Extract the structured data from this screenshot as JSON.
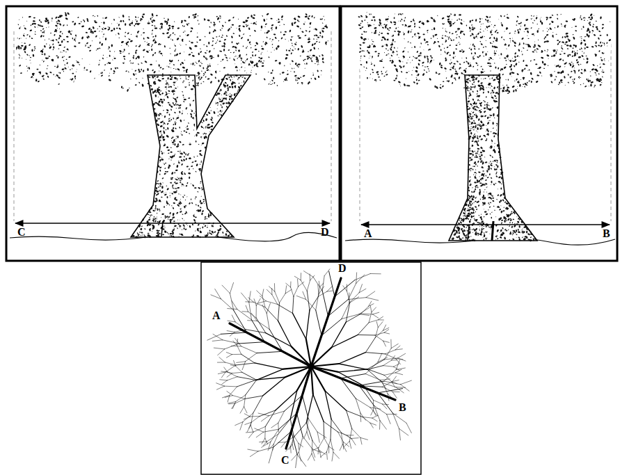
{
  "diagram": {
    "labels": [
      "C",
      "D",
      "A",
      "B",
      "D",
      "A",
      "B",
      "C"
    ]
  }
}
